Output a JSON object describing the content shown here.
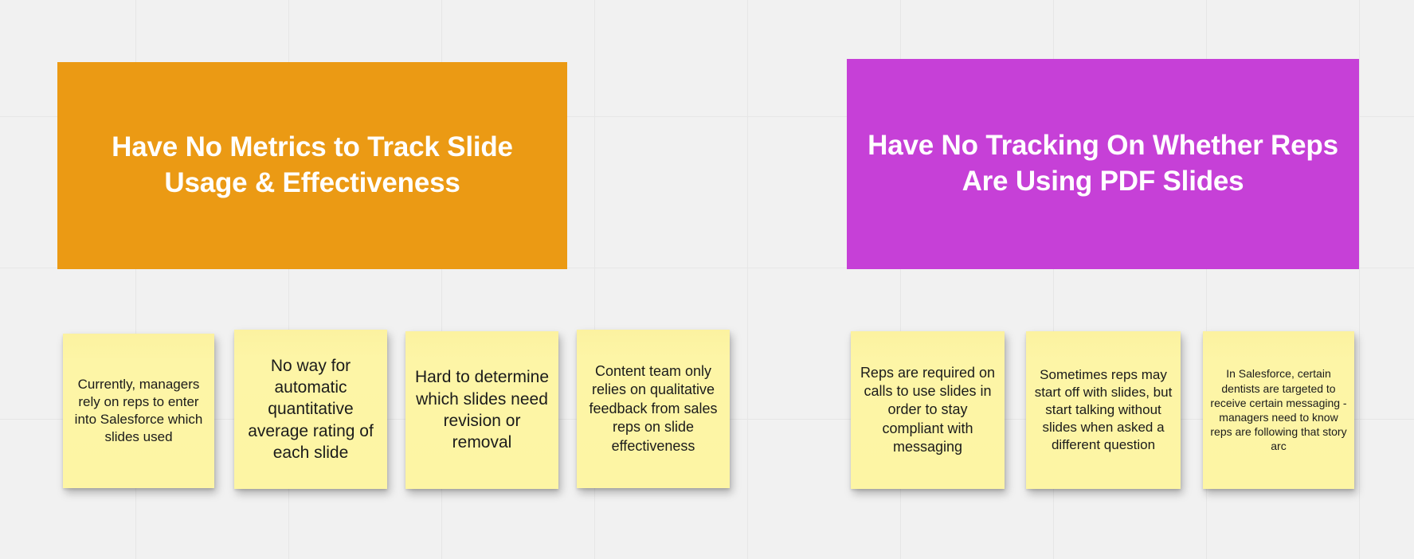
{
  "board": {
    "background_color": "#f1f1f1",
    "grid_line_color": "#e6e6e6"
  },
  "headers": [
    {
      "id": "orange",
      "title": "Have No Metrics to Track Slide Usage & Effectiveness",
      "color": "#eb9a14",
      "text_color": "#ffffff"
    },
    {
      "id": "purple",
      "title": "Have No Tracking On Whether Reps Are Using PDF Slides",
      "color": "#c640d7",
      "text_color": "#ffffff"
    }
  ],
  "notes": {
    "color": "#fdf49f",
    "text_color": "#1b1b1b",
    "left_group": [
      {
        "id": "note-1",
        "text": "Currently, managers rely on reps to enter into Salesforce which slides used"
      },
      {
        "id": "note-2",
        "text": "No way for automatic quantitative average rating of each slide"
      },
      {
        "id": "note-3",
        "text": "Hard to determine which slides need revision or removal"
      },
      {
        "id": "note-4",
        "text": "Content team only relies on qualitative feedback from sales reps on slide effectiveness"
      }
    ],
    "right_group": [
      {
        "id": "note-5",
        "text": "Reps are required on calls to use slides in order to stay compliant with messaging"
      },
      {
        "id": "note-6",
        "text": "Sometimes reps may start off with slides, but start talking without slides when asked a different question"
      },
      {
        "id": "note-7",
        "text": "In Salesforce, certain dentists are targeted to receive certain messaging - managers need to know reps are following that story arc"
      }
    ]
  }
}
